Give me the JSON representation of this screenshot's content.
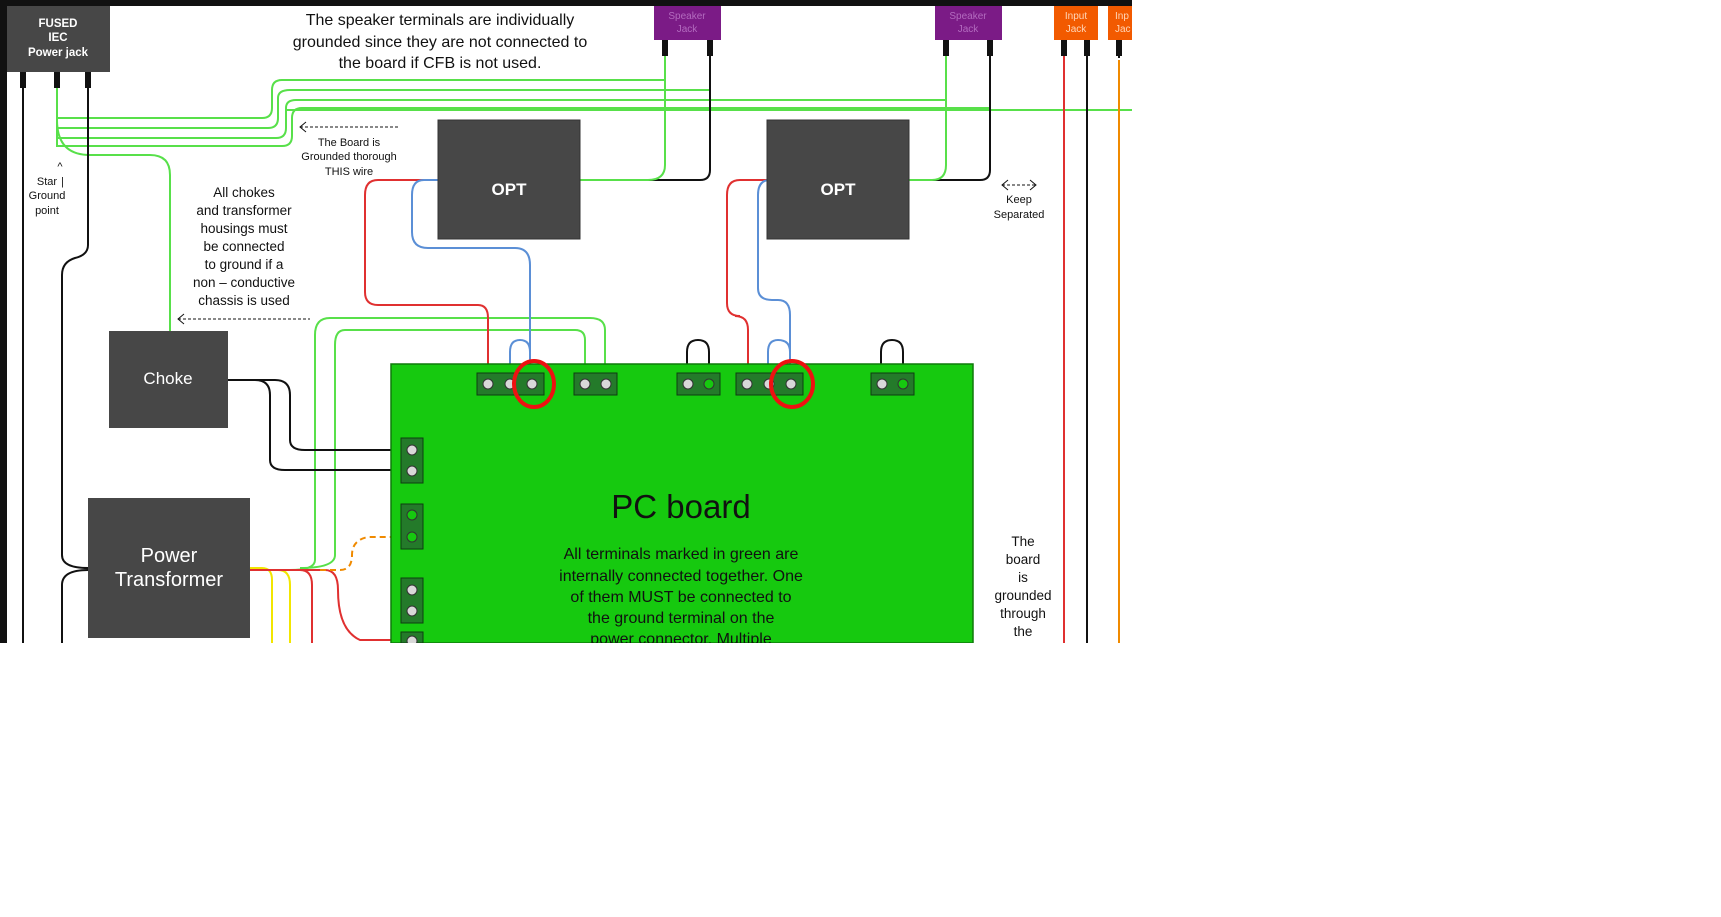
{
  "components": {
    "iec": [
      "FUSED",
      "IEC",
      "Power jack"
    ],
    "speaker_jack_1": [
      "Speaker",
      "Jack"
    ],
    "speaker_jack_2": [
      "Speaker",
      "Jack"
    ],
    "input_jack_1": [
      "Input",
      "Jack"
    ],
    "input_jack_2": [
      "Inp",
      "Jac"
    ],
    "opt_1": "OPT",
    "opt_2": "OPT",
    "choke": "Choke",
    "power_transformer": [
      "Power",
      "Transformer"
    ],
    "pc_board": "PC board"
  },
  "notes": {
    "speaker_terminals": [
      "The speaker terminals are individually",
      "grounded since they are not connected to",
      "the board if CFB is not used."
    ],
    "board_grounded_wire": [
      "The Board is",
      "Grounded thorough",
      "THIS wire"
    ],
    "star_ground": [
      "Star",
      "Ground",
      "point"
    ],
    "chokes_housings": [
      "All chokes",
      "and transformer",
      "housings must",
      "be connected",
      "to ground if a",
      "non – conductive",
      "chassis is used"
    ],
    "keep_separated": [
      "Keep",
      "Separated"
    ],
    "board_terminals": [
      "All terminals marked in green are",
      "internally connected together. One",
      "of them MUST be connected to",
      "the ground terminal on the",
      "power connector. Multiple"
    ],
    "board_grounded_through": [
      "The",
      "board",
      "is",
      "grounded",
      "through",
      "the"
    ]
  },
  "colors": {
    "board": "#16c90f",
    "component": "#474747",
    "ground_wire": "#58e04a",
    "black_wire": "#111111",
    "red_wire": "#e03030",
    "blue_wire": "#5b8fd6",
    "yellow_wire": "#f2e600",
    "orange_wire": "#f08a00",
    "speaker_jack": "#7b1b86",
    "input_jack": "#f25a00",
    "highlight": "#ee1111"
  }
}
